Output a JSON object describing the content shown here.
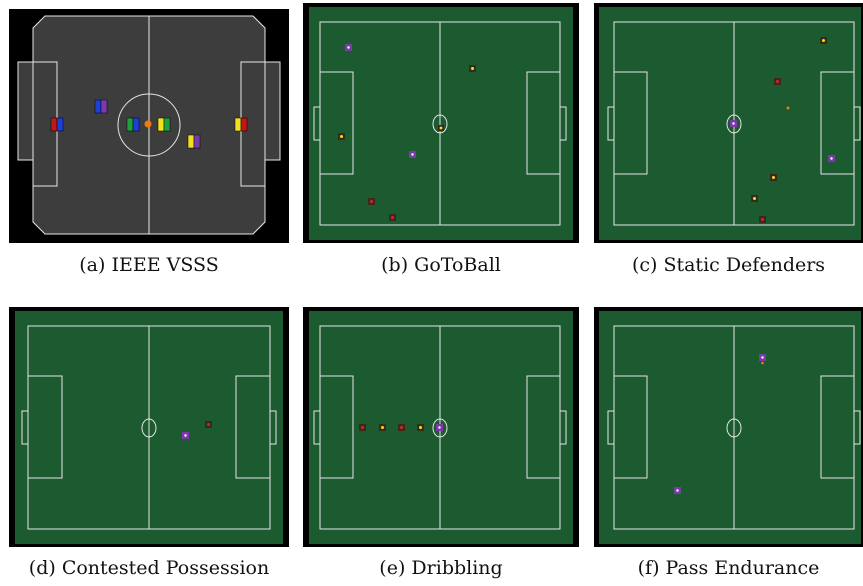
{
  "figure": {
    "panels": [
      {
        "label": "(a)",
        "name": "IEEE VSSS"
      },
      {
        "label": "(b)",
        "name": "GoToBall"
      },
      {
        "label": "(c)",
        "name": "Static Defenders"
      },
      {
        "label": "(d)",
        "name": "Contested Possession"
      },
      {
        "label": "(e)",
        "name": "Dribbling"
      },
      {
        "label": "(f)",
        "name": "Pass Endurance"
      }
    ]
  },
  "colors": {
    "vsss_field": "#3d3d3d",
    "soccer_field": "#1c5a30",
    "field_lines": "#e6e6e6",
    "team_blue": "#1f3fd6",
    "team_yellow": "#f0e020",
    "team_red": "#c01818",
    "team_purple": "#7a3aa8",
    "ball": "#f07a10"
  }
}
